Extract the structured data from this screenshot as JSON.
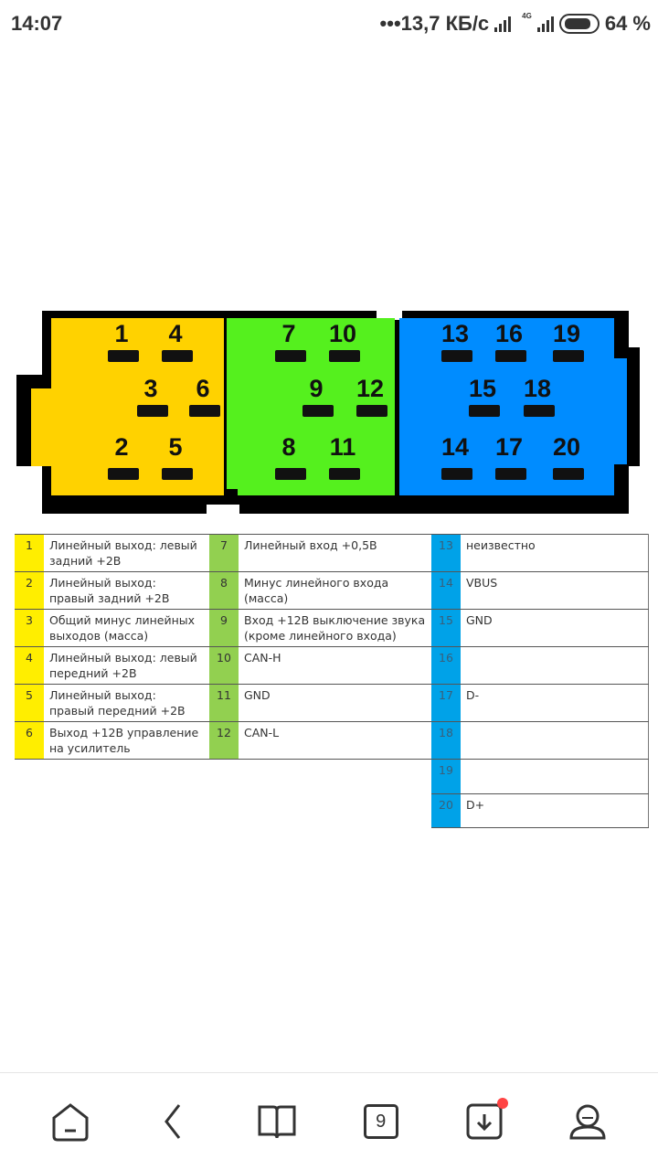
{
  "status": {
    "time": "14:07",
    "speed": "•••13,7 КБ/с",
    "network": "4G",
    "battery": "64 %"
  },
  "connector": {
    "pins": [
      "1",
      "4",
      "3",
      "6",
      "2",
      "5",
      "7",
      "10",
      "9",
      "12",
      "8",
      "11",
      "13",
      "16",
      "19",
      "15",
      "18",
      "14",
      "17",
      "20"
    ],
    "colors": {
      "yellow": "#ffd200",
      "green": "#55f01e",
      "blue": "#008cff"
    }
  },
  "table": {
    "rows": [
      [
        "1",
        "Линейный выход: левый задний +2В",
        "7",
        "Линейный вход +0,5В",
        "13",
        "неизвестно"
      ],
      [
        "2",
        "Линейный выход: правый задний +2В",
        "8",
        "Минус линейного входа (масса)",
        "14",
        "VBUS"
      ],
      [
        "3",
        "Общий минус линейных выходов (масса)",
        "9",
        "Вход +12В выключение звука (кроме линейного входа)",
        "15",
        "GND"
      ],
      [
        "4",
        "Линейный выход: левый передний +2В",
        "10",
        "CAN-H",
        "16",
        ""
      ],
      [
        "5",
        "Линейный выход: правый передний +2В",
        "11",
        "GND",
        "17",
        "D-"
      ],
      [
        "6",
        "Выход +12В управление на усилитель",
        "12",
        "CAN-L",
        "18",
        ""
      ],
      [
        "",
        "",
        "",
        "",
        "19",
        ""
      ],
      [
        "",
        "",
        "",
        "",
        "20",
        "D+"
      ]
    ]
  },
  "nav": {
    "tabs_count": "9"
  }
}
